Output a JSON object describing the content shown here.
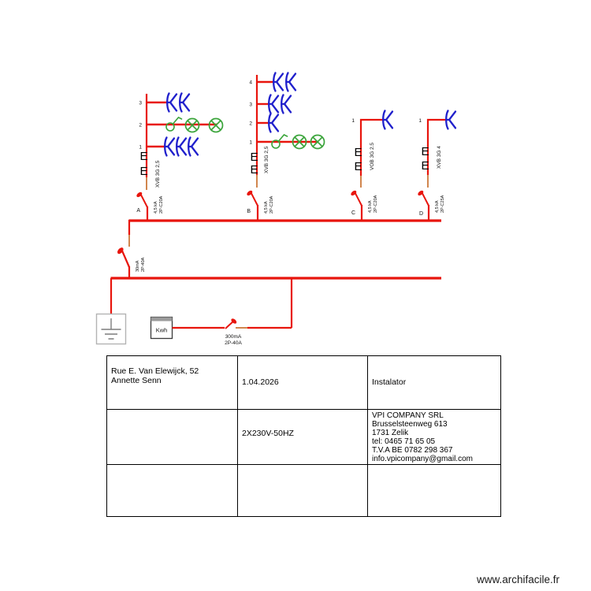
{
  "watermark": {
    "text": "www.archifacile.fr"
  },
  "colors": {
    "wire_red": "#e8150d",
    "conduit_orange": "#c9702e",
    "device_blue": "#2020cc",
    "control_green": "#3aa43a",
    "text_black": "#000000"
  },
  "diagram": {
    "meter_label": "Kwh",
    "e_marker": "E",
    "main_rcd": {
      "line1": "30mA",
      "line2": "2P-40A"
    },
    "meter_rcd": {
      "line1": "300mA",
      "line2": "2P-40A"
    },
    "branches": [
      {
        "letter": "A",
        "cable": "XVB 3G 2,5",
        "fault": "4,5 kA",
        "rating": "2P-C20A",
        "taps": [
          {
            "label": "1",
            "devices": [
              "socket",
              "socket",
              "socket"
            ]
          },
          {
            "label": "2",
            "devices": [
              "switch",
              "lamp",
              "lamp"
            ]
          },
          {
            "label": "3",
            "devices": [
              "socket",
              "socket"
            ]
          }
        ]
      },
      {
        "letter": "B",
        "cable": "XVB 3G 2,5",
        "fault": "4,5 kA",
        "rating": "2P-C20A",
        "taps": [
          {
            "label": "1",
            "devices": [
              "switch",
              "lamp",
              "lamp"
            ]
          },
          {
            "label": "2",
            "devices": [
              "socket"
            ]
          },
          {
            "label": "3",
            "devices": [
              "socket",
              "socket"
            ]
          },
          {
            "label": "4",
            "devices": [
              "socket",
              "socket"
            ]
          }
        ]
      },
      {
        "letter": "C",
        "cable": "VOB 3G 2.5",
        "fault": "4,5 kA",
        "rating": "2P-C20A",
        "taps": [
          {
            "label": "1",
            "devices": [
              "socket"
            ]
          }
        ]
      },
      {
        "letter": "D",
        "cable": "XVB 3G 4",
        "fault": "4,5 kA",
        "rating": "2P-C25A",
        "taps": [
          {
            "label": "1",
            "devices": [
              "socket"
            ]
          }
        ]
      }
    ]
  },
  "title_block": {
    "owner": {
      "line1": "Rue E. Van Elewijck, 52",
      "line2": "Annette Senn"
    },
    "date": "1.04.2026",
    "installer_label": "Instalator",
    "supply": "2X230V-50HZ",
    "company": {
      "line1": "VPI COMPANY SRL",
      "line2": "Brusselsteenweg 613",
      "line3": "1731 Zelik",
      "line4": "tel: 0465 71 65 05",
      "line5": "T.V.A BE 0782 298 367",
      "line6": "info.vpicompany@gmail.com"
    }
  }
}
